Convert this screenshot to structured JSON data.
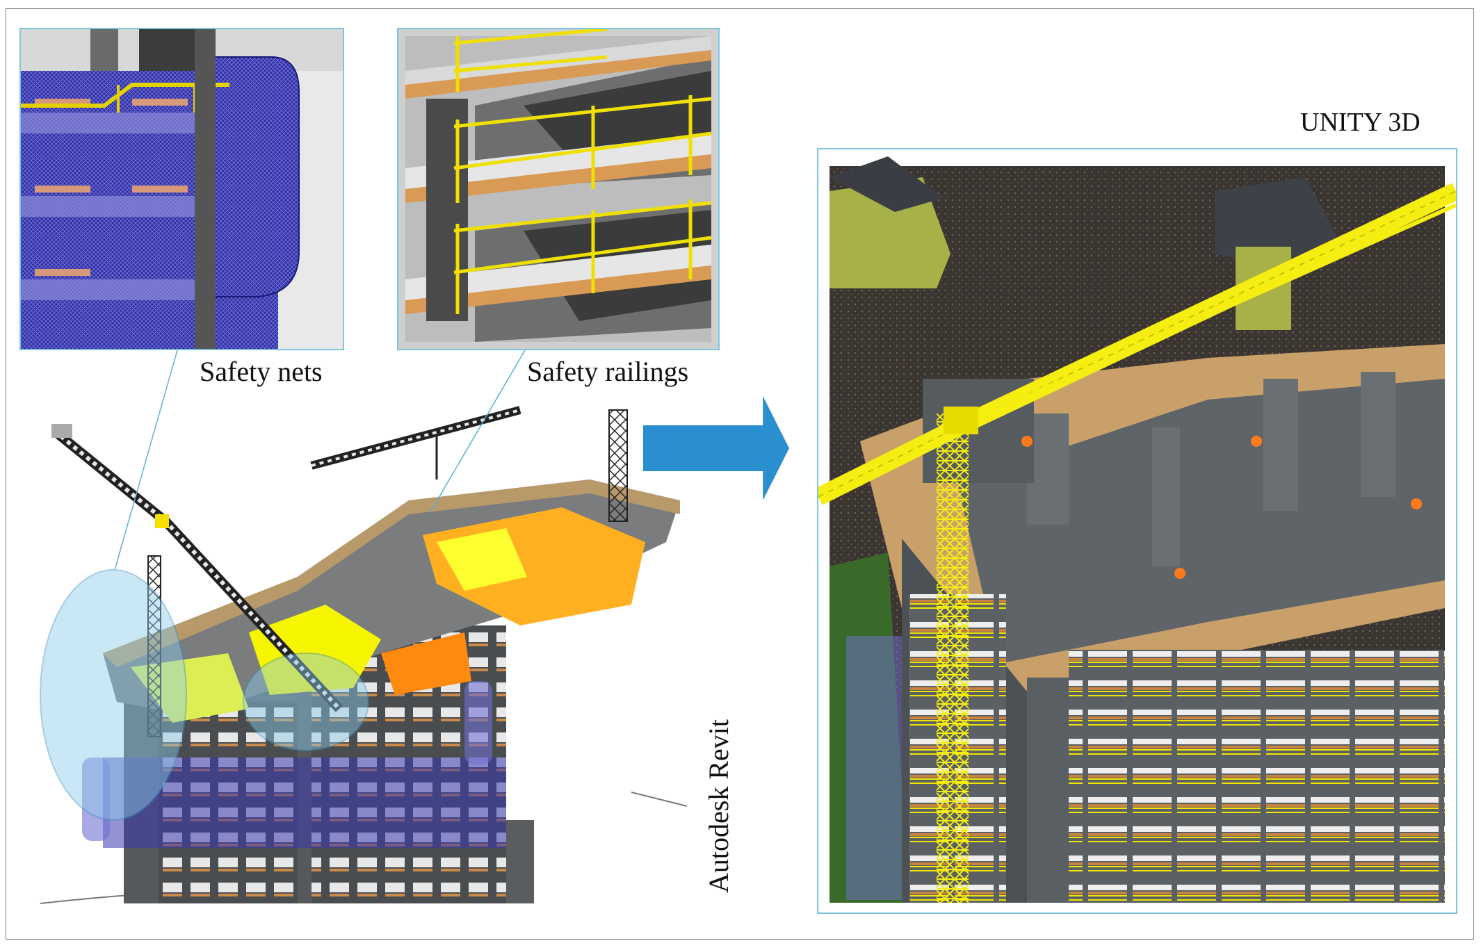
{
  "labels": {
    "safety_nets": "Safety nets",
    "safety_railings": "Safety railings",
    "unity": "UNITY 3D",
    "revit": "Autodesk Revit"
  },
  "icons": {
    "arrow": "arrow-right-icon",
    "crane": "tower-crane-icon"
  },
  "colors": {
    "panel_border": "#7cc4e0",
    "arrow": "#2a8fcf",
    "net": "#3a3aa8",
    "railing": "#f2e600",
    "formwork": "#ff9a1a",
    "concrete": "#5e6468"
  }
}
